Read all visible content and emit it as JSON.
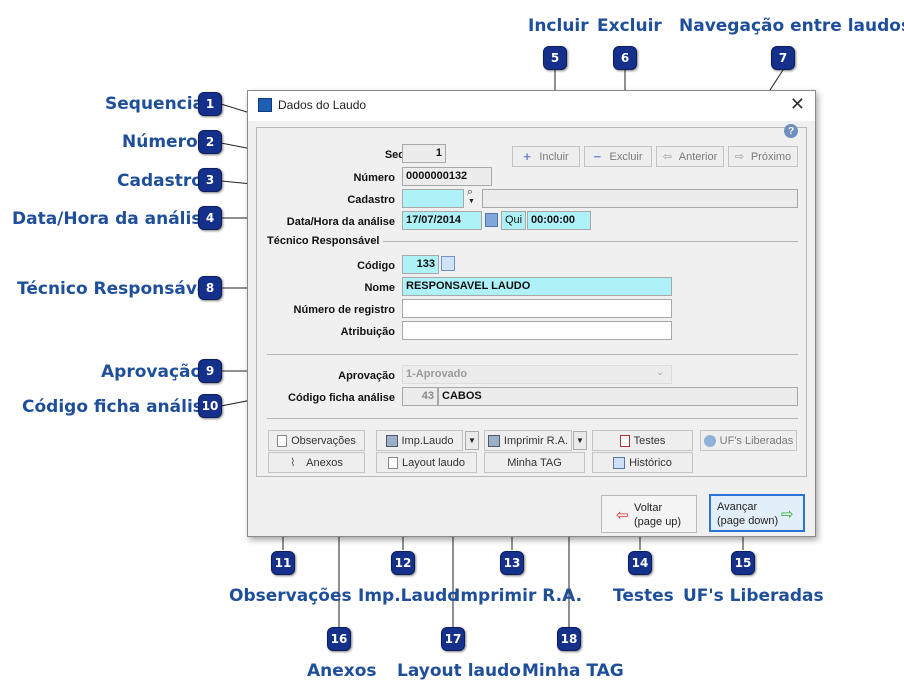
{
  "window": {
    "title": "Dados do Laudo"
  },
  "callouts": {
    "c1": {
      "num": "1",
      "label": "Sequencia"
    },
    "c2": {
      "num": "2",
      "label": "Número"
    },
    "c3": {
      "num": "3",
      "label": "Cadastro"
    },
    "c4": {
      "num": "4",
      "label": "Data/Hora da análise"
    },
    "c5": {
      "num": "5",
      "label": "Incluir"
    },
    "c6": {
      "num": "6",
      "label": "Excluir"
    },
    "c7": {
      "num": "7",
      "label": "Navegação entre laudos"
    },
    "c8": {
      "num": "8",
      "label": "Técnico Responsável"
    },
    "c9": {
      "num": "9",
      "label": "Aprovação"
    },
    "c10": {
      "num": "10",
      "label": "Código ficha análise"
    },
    "c11": {
      "num": "11",
      "label": "Observações"
    },
    "c12": {
      "num": "12",
      "label": "Imp.Laudo"
    },
    "c13": {
      "num": "13",
      "label": "Imprimir R.A."
    },
    "c14": {
      "num": "14",
      "label": "Testes"
    },
    "c15": {
      "num": "15",
      "label": "UF's Liberadas"
    },
    "c16": {
      "num": "16",
      "label": "Anexos"
    },
    "c17": {
      "num": "17",
      "label": "Layout laudo"
    },
    "c18": {
      "num": "18",
      "label": "Minha TAG"
    }
  },
  "form": {
    "seq_label": "Seq",
    "seq_value": "1",
    "numero_label": "Número",
    "numero_value": "0000000132",
    "cadastro_label": "Cadastro",
    "cadastro_value": "",
    "cadastro_desc": "",
    "datahora_label": "Data/Hora da análise",
    "data_value": "17/07/2014",
    "weekday_value": "Qui",
    "hora_value": "00:00:00",
    "tecnico_section": "Técnico Responsável",
    "codigo_label": "Código",
    "codigo_value": "133",
    "nome_label": "Nome",
    "nome_value": "RESPONSAVEL LAUDO",
    "registro_label": "Número de registro",
    "registro_value": "",
    "atribuicao_label": "Atribuição",
    "atribuicao_value": "",
    "aprovacao_label": "Aprovação",
    "aprovacao_value": "1-Aprovado",
    "ficha_label": "Código ficha análise",
    "ficha_code": "43",
    "ficha_desc": "CABOS"
  },
  "toolbar": {
    "incluir": "Incluir",
    "excluir": "Excluir",
    "anterior": "Anterior",
    "proximo": "Próximo"
  },
  "actions": {
    "observacoes": "Observações",
    "imp_laudo": "Imp.Laudo",
    "imprimir_ra": "Imprimir R.A.",
    "testes": "Testes",
    "ufs_liberadas": "UF's Liberadas",
    "anexos": "Anexos",
    "layout_laudo": "Layout laudo",
    "minha_tag": "Minha TAG",
    "historico": "Histórico"
  },
  "nav": {
    "voltar_1": "Voltar",
    "voltar_2": "(page up)",
    "avancar_1": "Avançar",
    "avancar_2": "(page down)"
  },
  "colors": {
    "badge": "#14308a",
    "callout_text": "#1f4e9a",
    "highlight_field": "#aef2f8"
  }
}
